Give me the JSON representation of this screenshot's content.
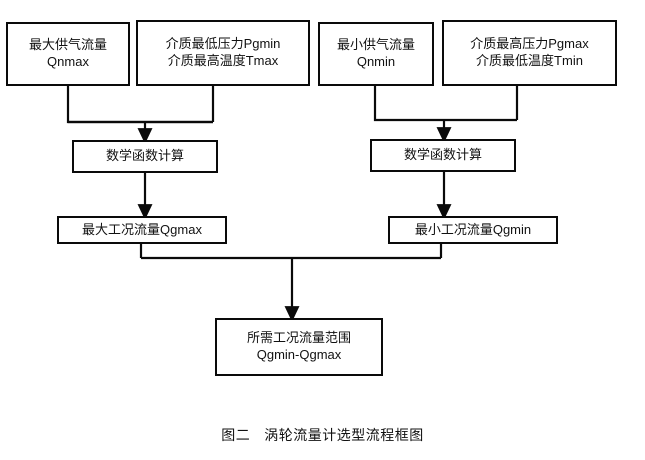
{
  "diagram": {
    "title_caption": "图二　涡轮流量计选型流程框图",
    "caption_label": "图二",
    "caption_text": "涡轮流量计选型流程框图",
    "line_color": "#0a0a0a",
    "background_color": "#ffffff",
    "nodes": {
      "qnmax": {
        "line1": "最大供气流量",
        "line2": "Qnmax"
      },
      "pgmin_tmax": {
        "line1": "介质最低压力Pgmin",
        "line2": "介质最高温度Tmax"
      },
      "qnmin": {
        "line1": "最小供气流量",
        "line2": "Qnmin"
      },
      "pgmax_tmin": {
        "line1": "介质最高压力Pgmax",
        "line2": "介质最低温度Tmin"
      },
      "calc_left": {
        "line1": "数学函数计算"
      },
      "calc_right": {
        "line1": "数学函数计算"
      },
      "qgmax": {
        "line1": "最大工况流量Qgmax"
      },
      "qgmin": {
        "line1": "最小工况流量Qgmin"
      },
      "range": {
        "line1": "所需工况流量范围",
        "line2": "Qgmin-Qgmax"
      }
    },
    "edges": [
      {
        "from": "qnmax",
        "to": "calc_left",
        "style": "merge-arrow"
      },
      {
        "from": "pgmin_tmax",
        "to": "calc_left",
        "style": "merge-arrow"
      },
      {
        "from": "qnmin",
        "to": "calc_right",
        "style": "merge-arrow"
      },
      {
        "from": "pgmax_tmin",
        "to": "calc_right",
        "style": "merge-arrow"
      },
      {
        "from": "calc_left",
        "to": "qgmax",
        "style": "arrow"
      },
      {
        "from": "calc_right",
        "to": "qgmin",
        "style": "arrow"
      },
      {
        "from": "qgmax",
        "to": "range",
        "style": "merge-arrow"
      },
      {
        "from": "qgmin",
        "to": "range",
        "style": "merge-arrow"
      }
    ]
  }
}
